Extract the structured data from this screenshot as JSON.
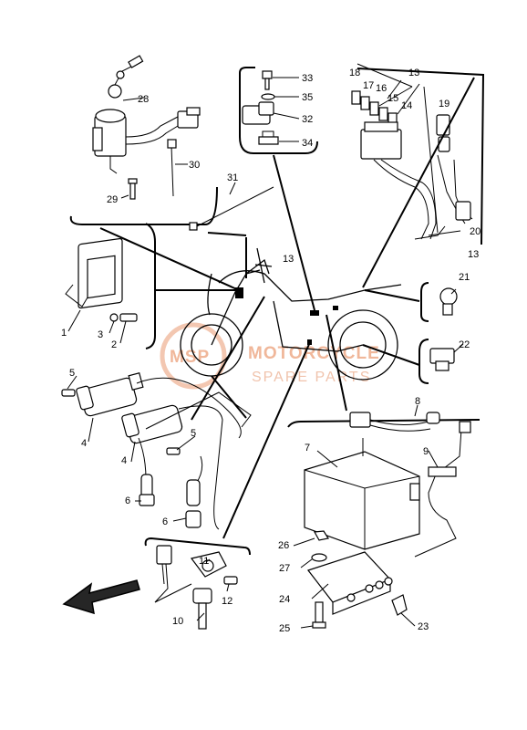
{
  "watermark": {
    "logo_text": "MSP",
    "line1": "MOTORCYCLE",
    "line2": "SPARE PARTS"
  },
  "callouts": {
    "c1": "1",
    "c2": "2",
    "c3": "3",
    "c4a": "4",
    "c4b": "4",
    "c5a": "5",
    "c5b": "5",
    "c6a": "6",
    "c6b": "6",
    "c7": "7",
    "c8": "8",
    "c9": "9",
    "c10": "10",
    "c11": "11",
    "c12": "12",
    "c13a": "13",
    "c13b": "13",
    "c13c": "13",
    "c14": "14",
    "c15": "15",
    "c16": "16",
    "c17": "17",
    "c18": "18",
    "c19": "19",
    "c20": "20",
    "c21": "21",
    "c22": "22",
    "c23": "23",
    "c24": "24",
    "c25": "25",
    "c26": "26",
    "c27": "27",
    "c28": "28",
    "c29": "29",
    "c30": "30",
    "c31": "31",
    "c32": "32",
    "c33": "33",
    "c34": "34",
    "c35": "35"
  },
  "colors": {
    "line": "#000000",
    "watermark": "#f0b79a",
    "background": "#ffffff"
  },
  "icons": {
    "front_arrow": "front-direction-arrow-icon"
  }
}
